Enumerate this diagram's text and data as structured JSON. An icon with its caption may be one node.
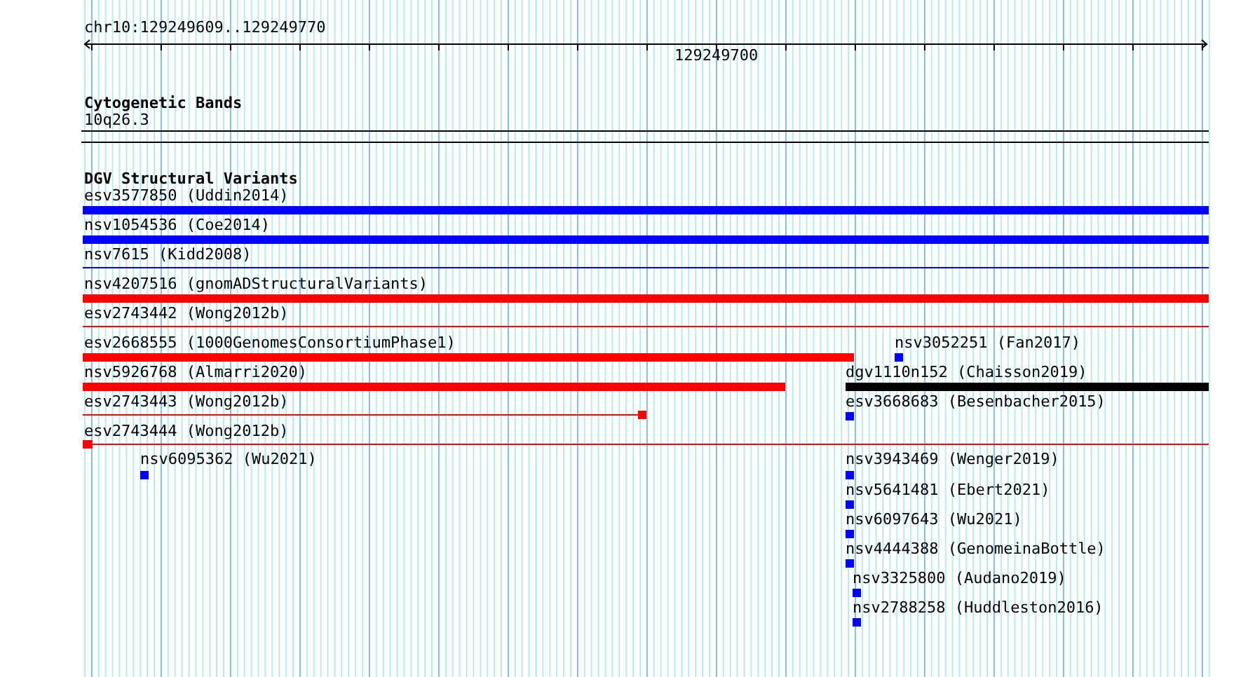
{
  "diagram": {
    "nodes": [
      {
        "text": [
          "esv3577850 (Uddin2014)"
        ]
      },
      {
        "text": [
          "nsv1054536 (Coe2014)"
        ]
      },
      {
        "text": [
          "nsv7615 (Kidd2008)"
        ]
      },
      {
        "text": [
          "nsv4207516 (gnomADStructuralVariants)"
        ]
      },
      {
        "text": [
          "esv2743442 (Wong2012b)"
        ]
      },
      {
        "text": [
          "esv2668555 (1000GenomesConsortiumPhase1)"
        ]
      },
      {
        "text": [
          "nsv3052251 (Fan2017)"
        ]
      },
      {
        "text": [
          "nsv5926768 (Almarri2020)"
        ]
      },
      {
        "text": [
          "dgv1110n152 (Chaisson2019)"
        ]
      },
      {
        "text": [
          "esv2743443 (Wong2012b)"
        ]
      },
      {
        "text": [
          "esv3668683 (Besenbacher2015)"
        ]
      },
      {
        "text": [
          "esv2743444 (Wong2012b)"
        ]
      },
      {
        "text": [
          "nsv6095362 (Wu2021)"
        ]
      },
      {
        "text": [
          "nsv3943469 (Wenger2019)"
        ]
      },
      {
        "text": [
          "nsv5641481 (Ebert2021)"
        ]
      },
      {
        "text": [
          "nsv6097643 (Wu2021)"
        ]
      },
      {
        "text": [
          "nsv4444388 (GenomeinaBottle)"
        ]
      },
      {
        "text": [
          "nsv3325800 (Audano2019)"
        ]
      },
      {
        "text": [
          "nsv2788258 (Huddleston2016)"
        ]
      }
    ],
    "labels": [
      "chr10:129249609..129249770",
      "129249700",
      "Cytogenetic Bands",
      "10q26.3",
      "DGV Structural Variants"
    ]
  }
}
